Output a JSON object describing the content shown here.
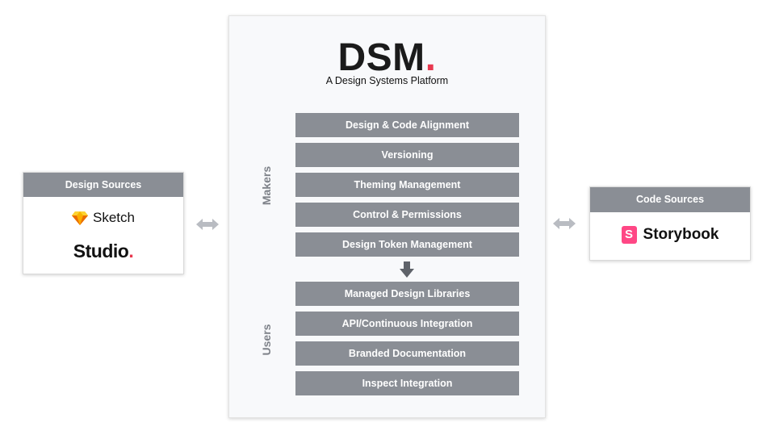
{
  "design_sources": {
    "header": "Design Sources",
    "sketch_label": "Sketch",
    "studio_label": "Studio",
    "studio_dot": "."
  },
  "code_sources": {
    "header": "Code Sources",
    "storybook_icon_letter": "S",
    "storybook_label": "Storybook"
  },
  "main": {
    "logo": "DSM",
    "logo_dot": ".",
    "tagline": "A Design Systems Platform",
    "makers_label": "Makers",
    "users_label": "Users",
    "makers": [
      "Design & Code Alignment",
      "Versioning",
      "Theming Management",
      "Control & Permissions",
      "Design Token Management"
    ],
    "users": [
      "Managed Design Libraries",
      "API/Continuous Integration",
      "Branded Documentation",
      "Inspect Integration"
    ]
  },
  "colors": {
    "bar": "#8a8e95",
    "accent": "#e8384f",
    "storybook": "#ff4785",
    "sketch_gem": "#f7b500",
    "arrow": "#b9bcc2"
  },
  "icons": {
    "sketch": "sketch-gem-icon",
    "storybook": "storybook-icon",
    "connector": "double-arrow-icon",
    "flow": "down-arrow-icon"
  }
}
